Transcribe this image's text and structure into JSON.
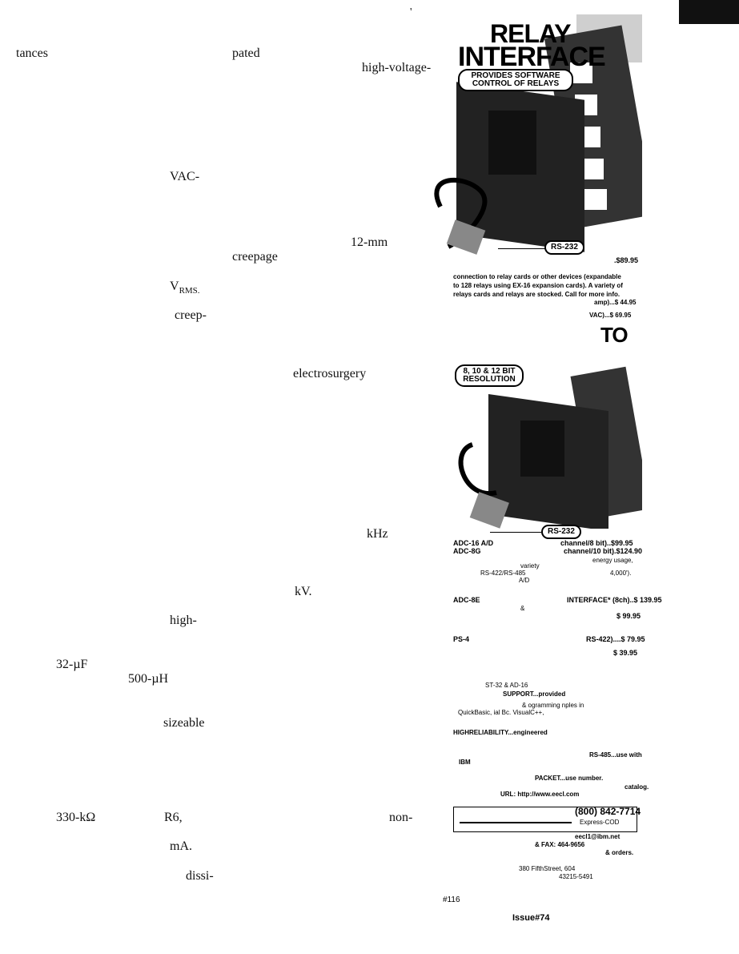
{
  "marks": {
    "tick": "'"
  },
  "left_column": {
    "f1": "tances",
    "f2": "pated",
    "f3": "high-voltage-",
    "f4": "VAC-",
    "f5": "12-mm",
    "f6": "creepage",
    "f7_v": "V",
    "f7_sub": "RMS.",
    "f8": "creep-",
    "f9": "electrosurgery",
    "f10": "kHz",
    "f11": "kV.",
    "f12": "high-",
    "f13": "32-µF",
    "f14": "500-µH",
    "f15": "sizeable",
    "f16": "330-kΩ",
    "f17": "R6,",
    "f18": "non-",
    "f19": "mA.",
    "f20": "dissi-"
  },
  "ad": {
    "title_line1": "RELAY",
    "title_line2": "INTERFACE",
    "badge1_line1": "PROVIDES SOFTWARE",
    "badge1_line2": "CONTROL OF RELAYS",
    "rs232": "RS-232",
    "price1": ".$89.95",
    "desc_line1": "connection to relay cards or other devices (expandable",
    "desc_line2": "to 128 relays using EX-16 expansion cards). A variety of",
    "desc_line3": "relays cards and relays are stocked. Call for more info.",
    "price2": "amp)...$ 44.95",
    "price3": "VAC)...$ 69.95",
    "to_heading": "TO",
    "badge2_line1": "8, 10 & 12 BIT",
    "badge2_line2": "RESOLUTION",
    "rs232_2": "RS-232",
    "adc16": "ADC-16 A/D",
    "adc16_price": "channel/8 bit)..$99.95",
    "adc8g": "ADC-8G",
    "adc8g_price": "channel/10 bit).$124.90",
    "energy": "energy usage,",
    "variety": "variety",
    "rs422_485": "RS-422/RS-485",
    "distance": "4,000').",
    "a_d": "A/D",
    "adc8e": "ADC-8E",
    "amp": "&",
    "adc8e_price": "INTERFACE* (8ch)..$ 139.95",
    "price99": "$ 99.95",
    "ps4": "PS-4",
    "ps4_price": "RS-422)....$ 79.95",
    "price39": "$ 39.95",
    "st32": "ST-32 & AD-16",
    "support": "SUPPORT...provided",
    "programming": "& ogramming nples in",
    "quickbasic": "QuickBasic, ial Bc. VisualC++,",
    "reliability": "HIGHRELIABILITY...engineered",
    "rs485_use": "RS-485...use with",
    "ibm": "IBM",
    "packet": "PACKET...use number.",
    "catalog": "catalog.",
    "url_label": "URL:",
    "url": "http://www.eecl.com",
    "phone": "(800) 842-7714",
    "express": "Express-COD",
    "email": "eecl1@ibm.net",
    "fax": "& FAX: 464-9656",
    "orders": "& orders.",
    "address1": "380 FifthStreet, 604",
    "address2": "43215-5491"
  },
  "footer": {
    "reader_service": "#116",
    "issue": "Issue#74"
  }
}
